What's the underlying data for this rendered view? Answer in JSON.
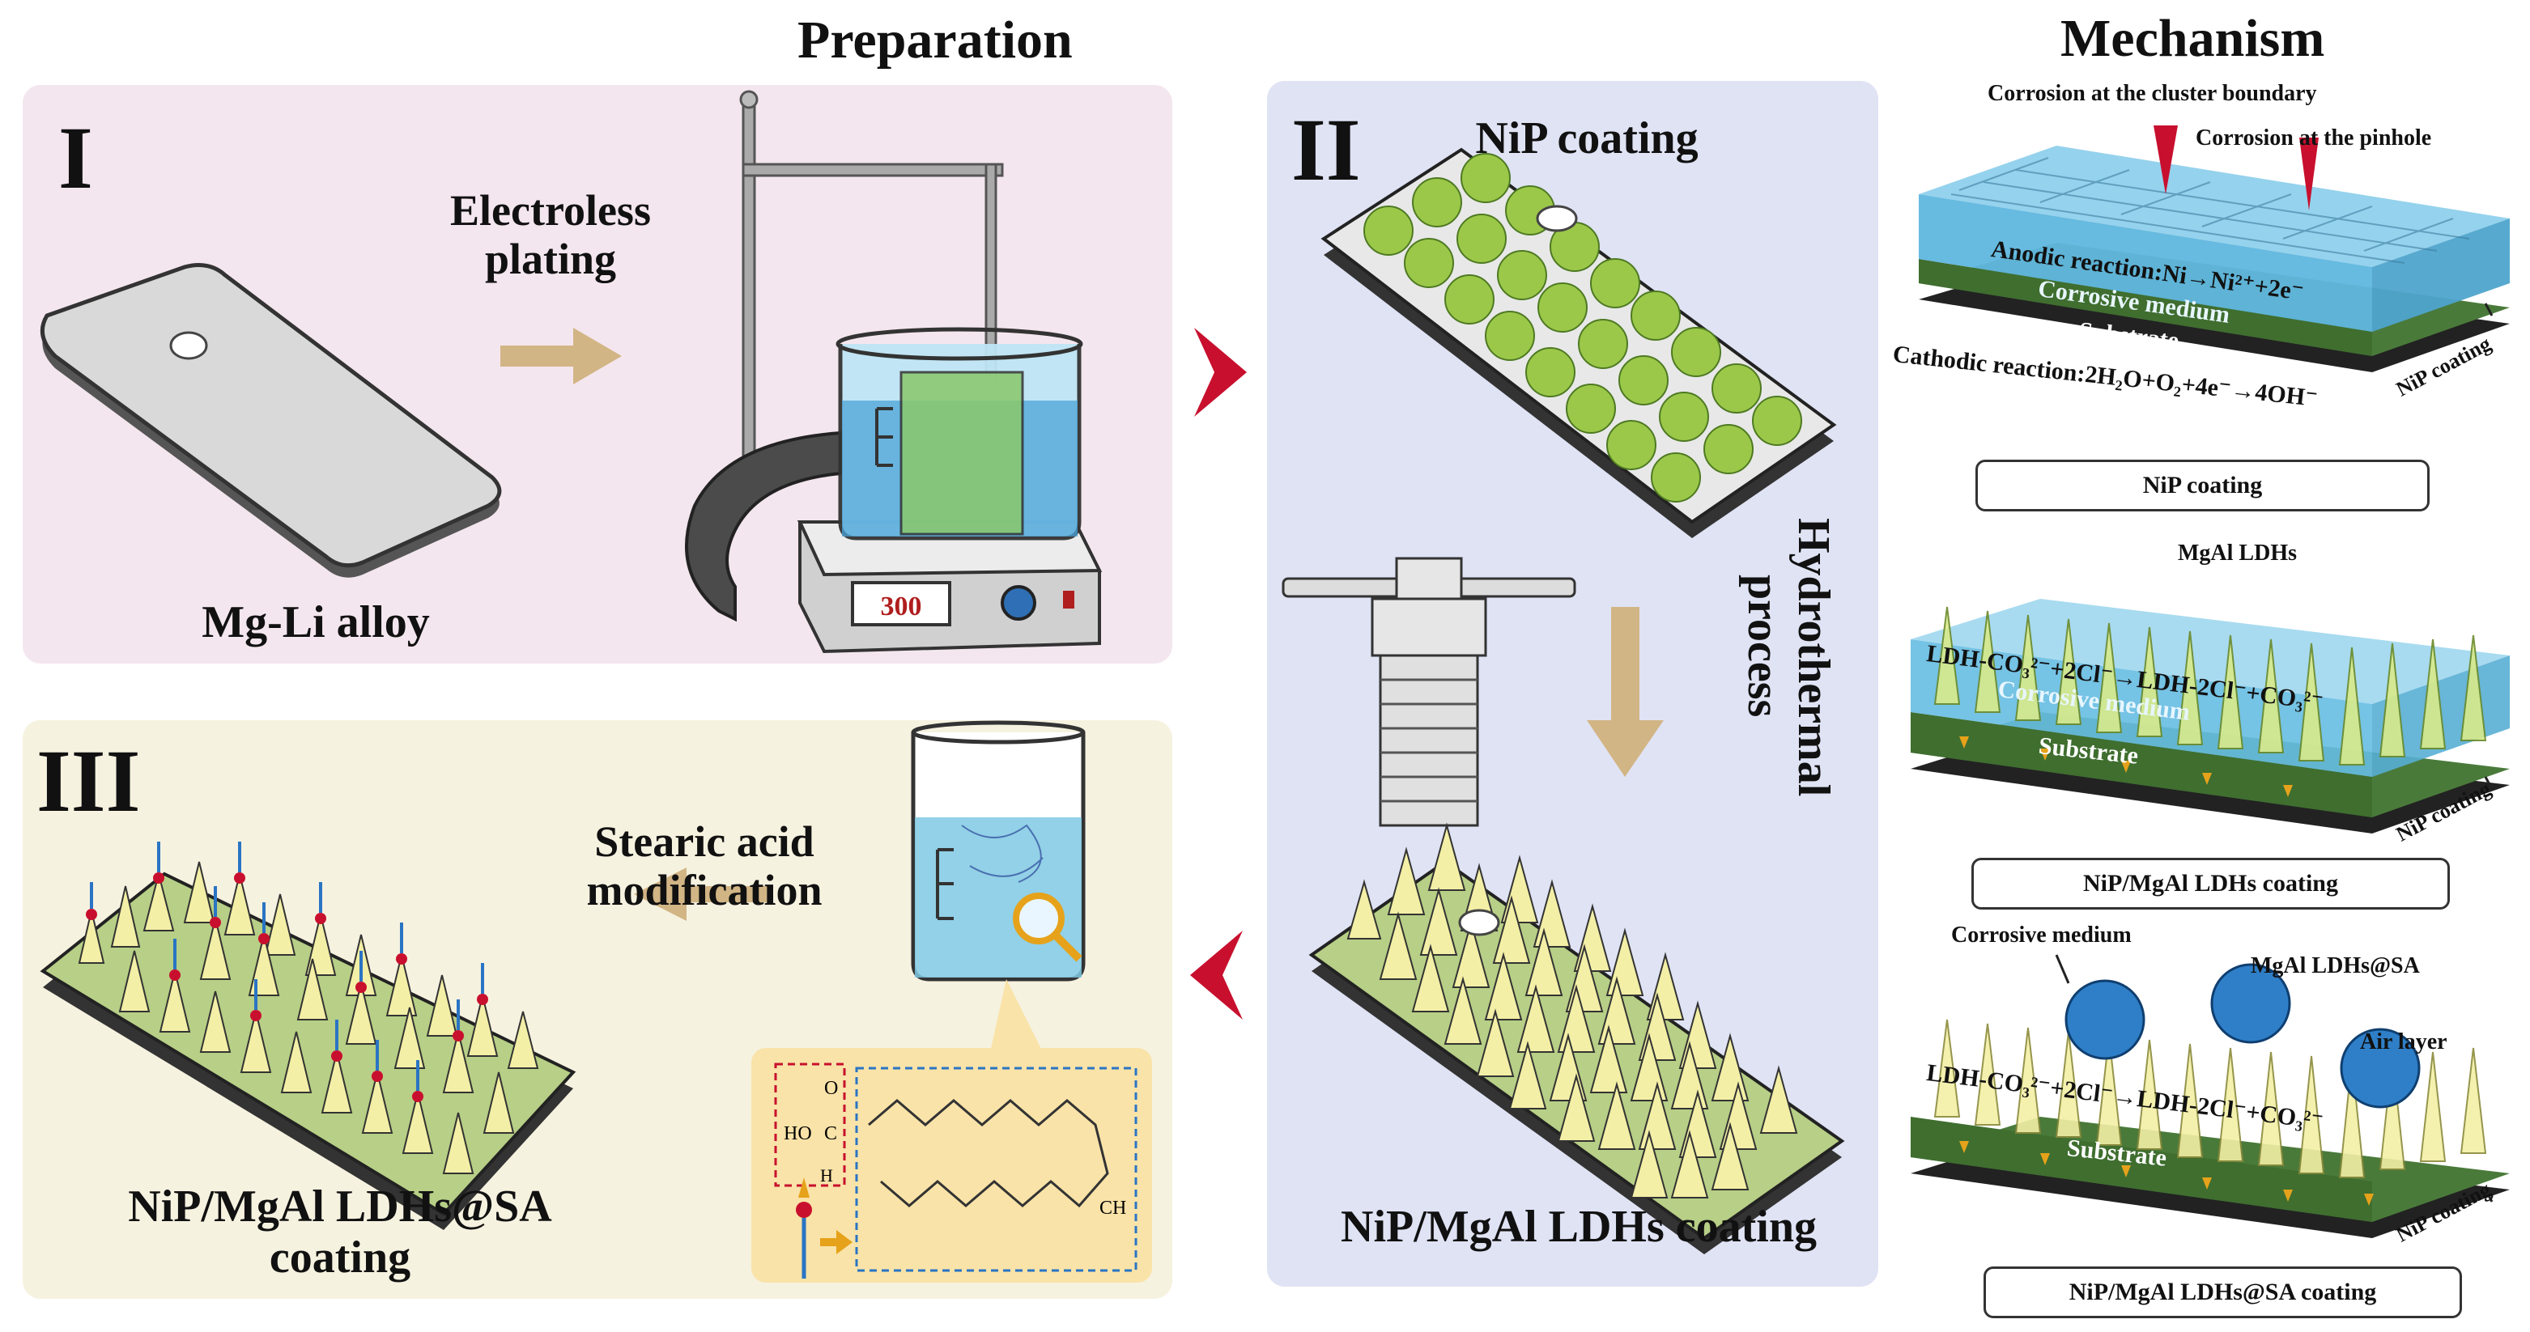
{
  "titles": {
    "preparation": "Preparation",
    "mechanism": "Mechanism"
  },
  "panels": {
    "one": {
      "numeral": "I",
      "step_label_line1": "Electroless",
      "step_label_line2": "plating",
      "substrate_label": "Mg-Li alloy",
      "stirrer_display": "300"
    },
    "two": {
      "numeral": "II",
      "top_label": "NiP coating",
      "process_label_line1": "Hydrothermal",
      "process_label_line2": "process",
      "bottom_label": "NiP/MgAl LDHs coating"
    },
    "three": {
      "numeral": "III",
      "step_label_line1": "Stearic acid",
      "step_label_line2": "modification",
      "result_label_line1": "NiP/MgAl LDHs@SA",
      "result_label_line2": "coating",
      "molecule": {
        "ho": "HO",
        "o": "O",
        "c": "C",
        "h2": "H",
        "ch3": "CH"
      }
    }
  },
  "mechanism": {
    "m1": {
      "corrosion_boundary": "Corrosion at the cluster boundary",
      "corrosion_pinhole": "Corrosion at the pinhole",
      "anodic": "Anodic reaction:Ni→Ni²⁺+2e⁻",
      "medium": "Corrosive medium",
      "substrate": "Substrate",
      "cathodic": "Cathodic reaction:2H₂O+O₂+4e⁻→4OH⁻",
      "coating_side": "NiP coating",
      "caption": "NiP coating"
    },
    "m2": {
      "ldhs": "MgAl LDHs",
      "reaction": "LDH-CO₃²⁻+2Cl⁻→LDH-2Cl⁻+CO₃²⁻",
      "medium": "Corrosive medium",
      "substrate": "Substrate",
      "coating_side": "NiP coating",
      "caption": "NiP/MgAl LDHs coating"
    },
    "m3": {
      "medium": "Corrosive medium",
      "ldhs_sa": "MgAl LDHs@SA",
      "air_layer": "Air layer",
      "reaction": "LDH-CO₃²⁻+2Cl⁻→LDH-2Cl⁻+CO₃²⁻",
      "substrate": "Substrate",
      "coating_side": "NiP coating",
      "caption": "NiP/MgAl LDHs@SA coating"
    }
  },
  "colors": {
    "panel_one_bg": "#f4e6ee",
    "panel_two_bg": "#dfe3f4",
    "panel_three_bg": "#f6f2e0",
    "arrow_tan": "#d2b585",
    "chevron_red": "#c8102e",
    "sphere_green": "#9cc84a",
    "crystal_yellow": "#f3efa6",
    "substrate_green": "#4a7a3a"
  }
}
